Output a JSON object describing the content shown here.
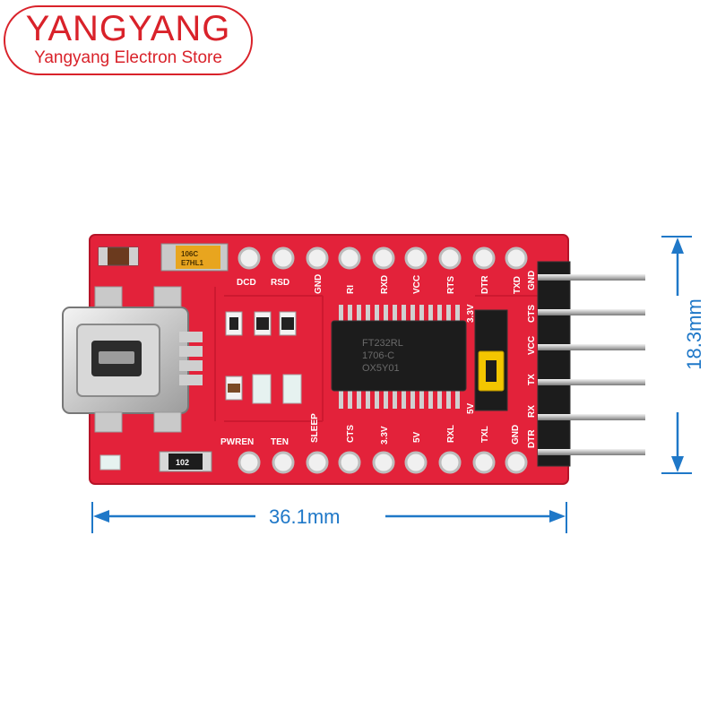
{
  "logo": {
    "brand": "YANGYANG",
    "store": "Yangyang Electron Store"
  },
  "dimensions": {
    "width_label": "36.1mm",
    "height_label": "18.3mm"
  },
  "board": {
    "top_labels": [
      "DCD",
      "RSD",
      "GND",
      "RI",
      "RXD",
      "VCC",
      "RTS",
      "DTR",
      "TXD"
    ],
    "bottom_labels": [
      "PWREN",
      "TEN",
      "SLEEP",
      "CTS",
      "3.3V",
      "5V",
      "RXL",
      "TXL",
      "GND"
    ],
    "side_labels": [
      "GND",
      "CTS",
      "VCC",
      "TX",
      "RX",
      "DTR"
    ],
    "jumper_labels": [
      "3.3V",
      "5V"
    ],
    "capacitor_marking_1": "106C",
    "capacitor_marking_2": "E7HL1",
    "resistor_marking": "102",
    "chip_marking_1": "FT232RL",
    "chip_marking_2": "1706-C",
    "chip_marking_3": "OX5Y01"
  },
  "colors": {
    "pcb": "#e3223a",
    "dimension": "#1f78c8",
    "logo": "#d9222a"
  }
}
